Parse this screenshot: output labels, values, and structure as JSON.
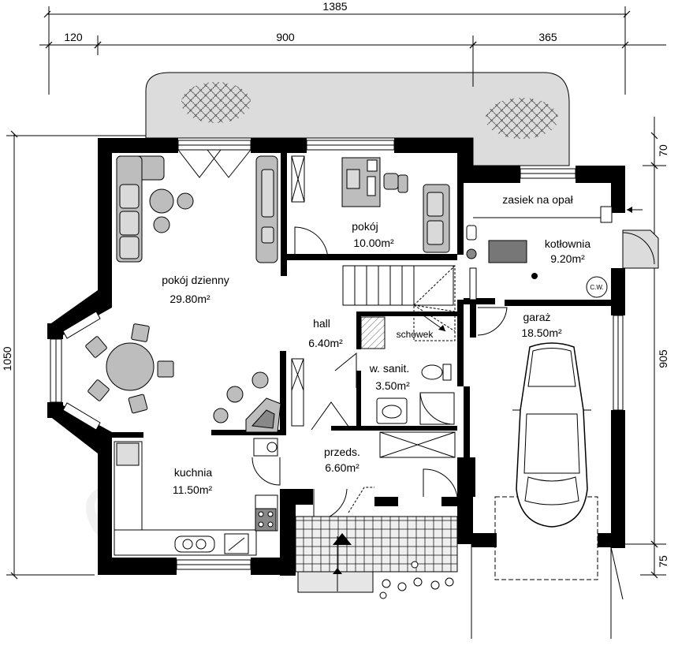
{
  "dimensions": {
    "total_width": "1385",
    "left_offset": "120",
    "main_width": "900",
    "garage_width": "365",
    "total_depth": "1050",
    "top_offset": "70",
    "garage_depth": "905",
    "bottom_offset": "75"
  },
  "rooms": {
    "living": {
      "name": "pokój dzienny",
      "area": "29.80m²"
    },
    "room": {
      "name": "pokój",
      "area": "10.00m²"
    },
    "fuel": {
      "name": "zasiek na opał"
    },
    "boiler": {
      "name": "kotłownia",
      "area": "9.20m²"
    },
    "hall": {
      "name": "hall",
      "area": "6.40m²"
    },
    "storage": {
      "name": "schowek"
    },
    "garage": {
      "name": "garaż",
      "area": "18.50m²"
    },
    "bath": {
      "name": "w. sanit.",
      "area": "3.50m²"
    },
    "kitchen": {
      "name": "kuchnia",
      "area": "11.50m²"
    },
    "vestibule": {
      "name": "przeds.",
      "area": "6.60m²"
    }
  },
  "symbols": {
    "hot_water": "C.W."
  },
  "watermark": "extradom",
  "colors": {
    "wall": "#000000",
    "furniture": "#bdbdbd",
    "terrace": "#dcdcdc"
  }
}
